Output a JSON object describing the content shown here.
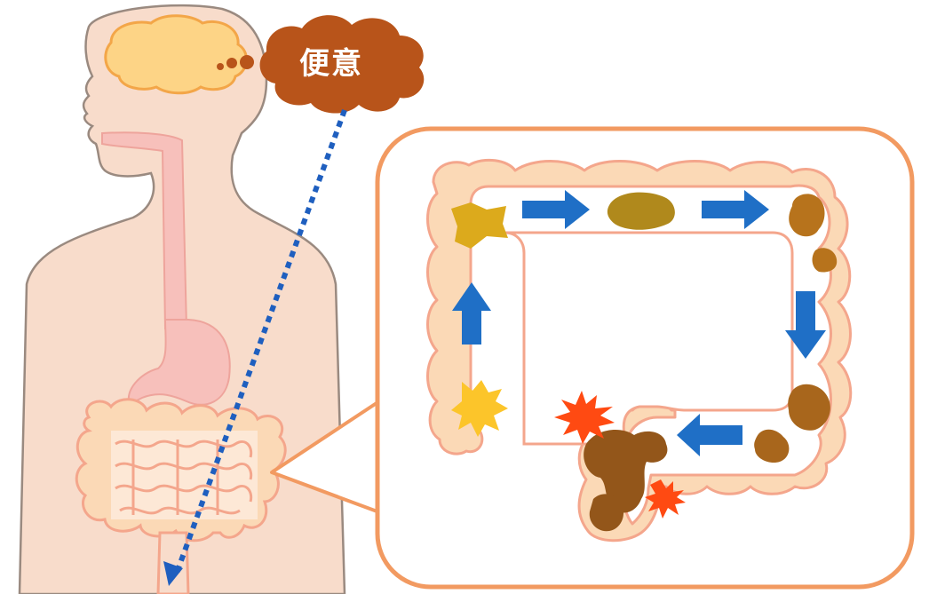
{
  "thought_bubble": {
    "label": "便意",
    "color": "#b8541a"
  },
  "colors": {
    "skin": "#f8dccb",
    "skin_outline": "#9a8a80",
    "brain": "#fdd486",
    "brain_outline": "#f3a648",
    "intestine": "#fbd9b6",
    "intestine_outline": "#f4a68c",
    "panel_border": "#f29a61",
    "arrow": "#1f6fc6",
    "signal_line": "#1f5fbf",
    "burst": "#ff4a12"
  },
  "stool_stages": [
    {
      "stage": "liquid",
      "color": "#fcc52a"
    },
    {
      "stage": "soft",
      "color": "#dcaa1c"
    },
    {
      "stage": "formed",
      "color": "#b0891c"
    },
    {
      "stage": "firm",
      "color": "#b7731c"
    },
    {
      "stage": "hard",
      "color": "#a8661c"
    },
    {
      "stage": "impacted",
      "color": "#93561a"
    }
  ],
  "flow_direction": "clockwise"
}
